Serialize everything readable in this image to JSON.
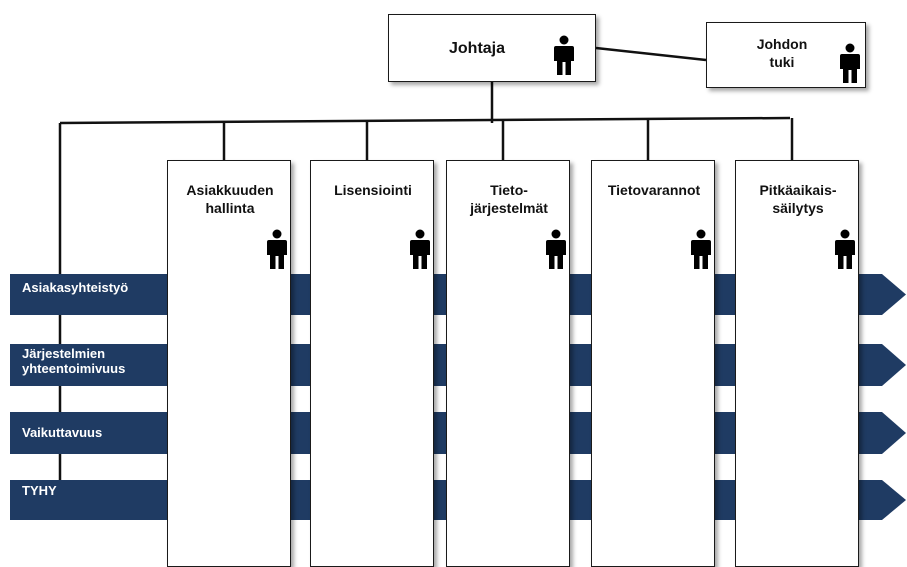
{
  "top": {
    "title": "Johtaja",
    "icon": "person-icon"
  },
  "support": {
    "title": "Johdon\ntuki",
    "icon": "person-icon"
  },
  "columns": [
    {
      "title": "Asiakkuuden\nhallinta",
      "icon": "person-icon"
    },
    {
      "title": "Lisensiointi",
      "icon": "person-icon"
    },
    {
      "title": "Tieto-\njärjestelmät",
      "icon": "person-icon"
    },
    {
      "title": "Tietovarannot",
      "icon": "person-icon"
    },
    {
      "title": "Pitkäaikais-\nsäilytys",
      "icon": "person-icon"
    }
  ],
  "bands": [
    {
      "label": "Asiakasyhteistyö"
    },
    {
      "label": "Järjestelmien\nyhteentoimivuus"
    },
    {
      "label": "Vaikuttavuus"
    },
    {
      "label": "TYHY"
    }
  ],
  "colors": {
    "band": "#1f3b63",
    "line": "#111111",
    "icon": "#000000"
  }
}
